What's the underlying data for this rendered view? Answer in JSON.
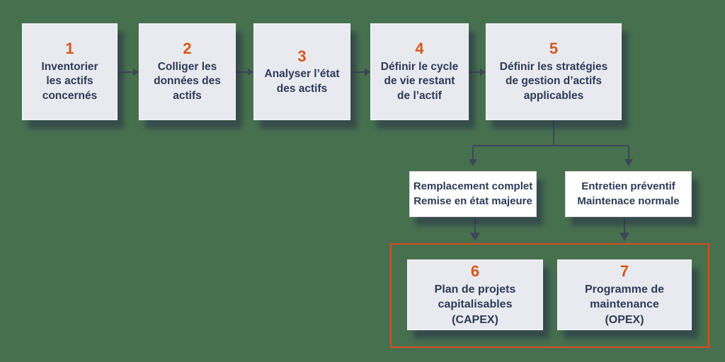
{
  "colors": {
    "bg": "#47704f",
    "panel": "#e9eaef",
    "white": "#ffffff",
    "ink": "#2e3a59",
    "accent": "#d4571f",
    "line": "#3d4659",
    "frame": "#d84d1d"
  },
  "steps": [
    {
      "number": "1",
      "lines": [
        "Inventorier",
        "les actifs",
        "concernés"
      ]
    },
    {
      "number": "2",
      "lines": [
        "Colliger les",
        "données des",
        "actifs"
      ]
    },
    {
      "number": "3",
      "lines": [
        "Analyser l’état",
        "des actifs"
      ]
    },
    {
      "number": "4",
      "lines": [
        "Définir le cycle",
        "de vie restant",
        "de l’actif"
      ]
    },
    {
      "number": "5",
      "lines": [
        "Définir les stratégies",
        "de gestion d’actifs",
        "applicables"
      ]
    }
  ],
  "strategies": [
    {
      "lines": [
        "Remplacement complet",
        "Remise en état majeure"
      ]
    },
    {
      "lines": [
        "Entretien préventif",
        "Maintenace normale"
      ]
    }
  ],
  "outputs": [
    {
      "number": "6",
      "lines": [
        "Plan de projets",
        "capitalisables",
        "(CAPEX)"
      ]
    },
    {
      "number": "7",
      "lines": [
        "Programme de",
        "maintenance",
        "(OPEX)"
      ]
    }
  ]
}
